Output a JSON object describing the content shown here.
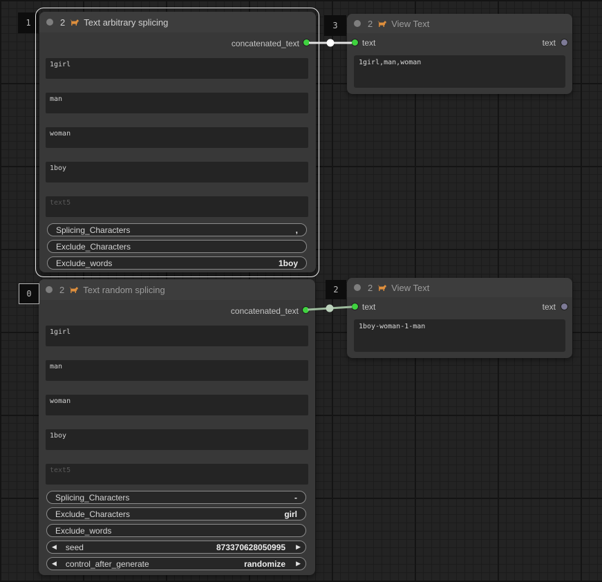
{
  "colors": {
    "accent_green": "#3fd23f",
    "link_active": "#e3e3e3",
    "link_active_dot": "#ffffff",
    "link_idle": "#9dbb9d",
    "link_idle_dot": "#bcd2bc",
    "output_unconnected": "#7d7a96",
    "dog_icon": "#df8f3d"
  },
  "icons": {
    "left_arrow": "◀",
    "right_arrow": "▶"
  },
  "nodes": {
    "arbitrary": {
      "badge": "1",
      "title_prefix": "2",
      "title": "Text arbitrary splicing",
      "output_label": "concatenated_text",
      "fields": [
        {
          "value": "1girl"
        },
        {
          "value": "man"
        },
        {
          "value": "woman"
        },
        {
          "value": "1boy"
        },
        {
          "value": "text5",
          "is_placeholder": true
        }
      ],
      "widgets": [
        {
          "label": "Splicing_Characters",
          "value": ","
        },
        {
          "label": "Exclude_Characters",
          "value": ""
        },
        {
          "label": "Exclude_words",
          "value": "1boy"
        }
      ]
    },
    "random": {
      "badge": "0",
      "title_prefix": "2",
      "title": "Text random splicing",
      "output_label": "concatenated_text",
      "fields": [
        {
          "value": "1girl"
        },
        {
          "value": "man"
        },
        {
          "value": "woman"
        },
        {
          "value": "1boy"
        },
        {
          "value": "text5",
          "is_placeholder": true
        }
      ],
      "widgets": [
        {
          "label": "Splicing_Characters",
          "value": "-"
        },
        {
          "label": "Exclude_Characters",
          "value": "girl"
        },
        {
          "label": "Exclude_words",
          "value": ""
        }
      ],
      "steppers": [
        {
          "label": "seed",
          "value": "873370628050995"
        },
        {
          "label": "control_after_generate",
          "value": "randomize"
        }
      ]
    },
    "view_top": {
      "badge": "3",
      "title_prefix": "2",
      "title": "View Text",
      "input_label": "text",
      "output_label": "text",
      "content": "1girl,man,woman"
    },
    "view_bottom": {
      "badge": "2",
      "title_prefix": "2",
      "title": "View Text",
      "input_label": "text",
      "output_label": "text",
      "content": "1boy-woman-1-man"
    }
  }
}
